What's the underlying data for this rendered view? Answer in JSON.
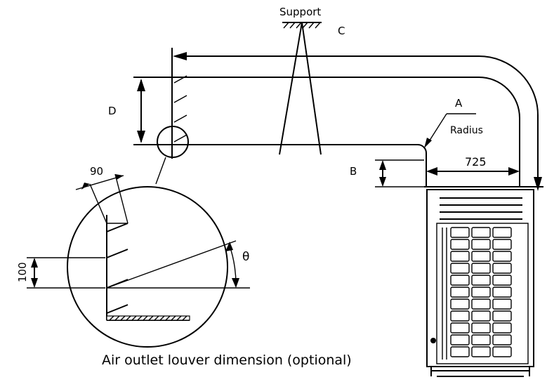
{
  "labels": {
    "support": "Support",
    "c": "C",
    "d": "D",
    "a": "A",
    "radius": "Radius",
    "b": "B",
    "dim_725": "725",
    "dim_90": "90",
    "dim_100": "100",
    "theta": "θ",
    "caption": "Air outlet louver dimension (optional)"
  }
}
